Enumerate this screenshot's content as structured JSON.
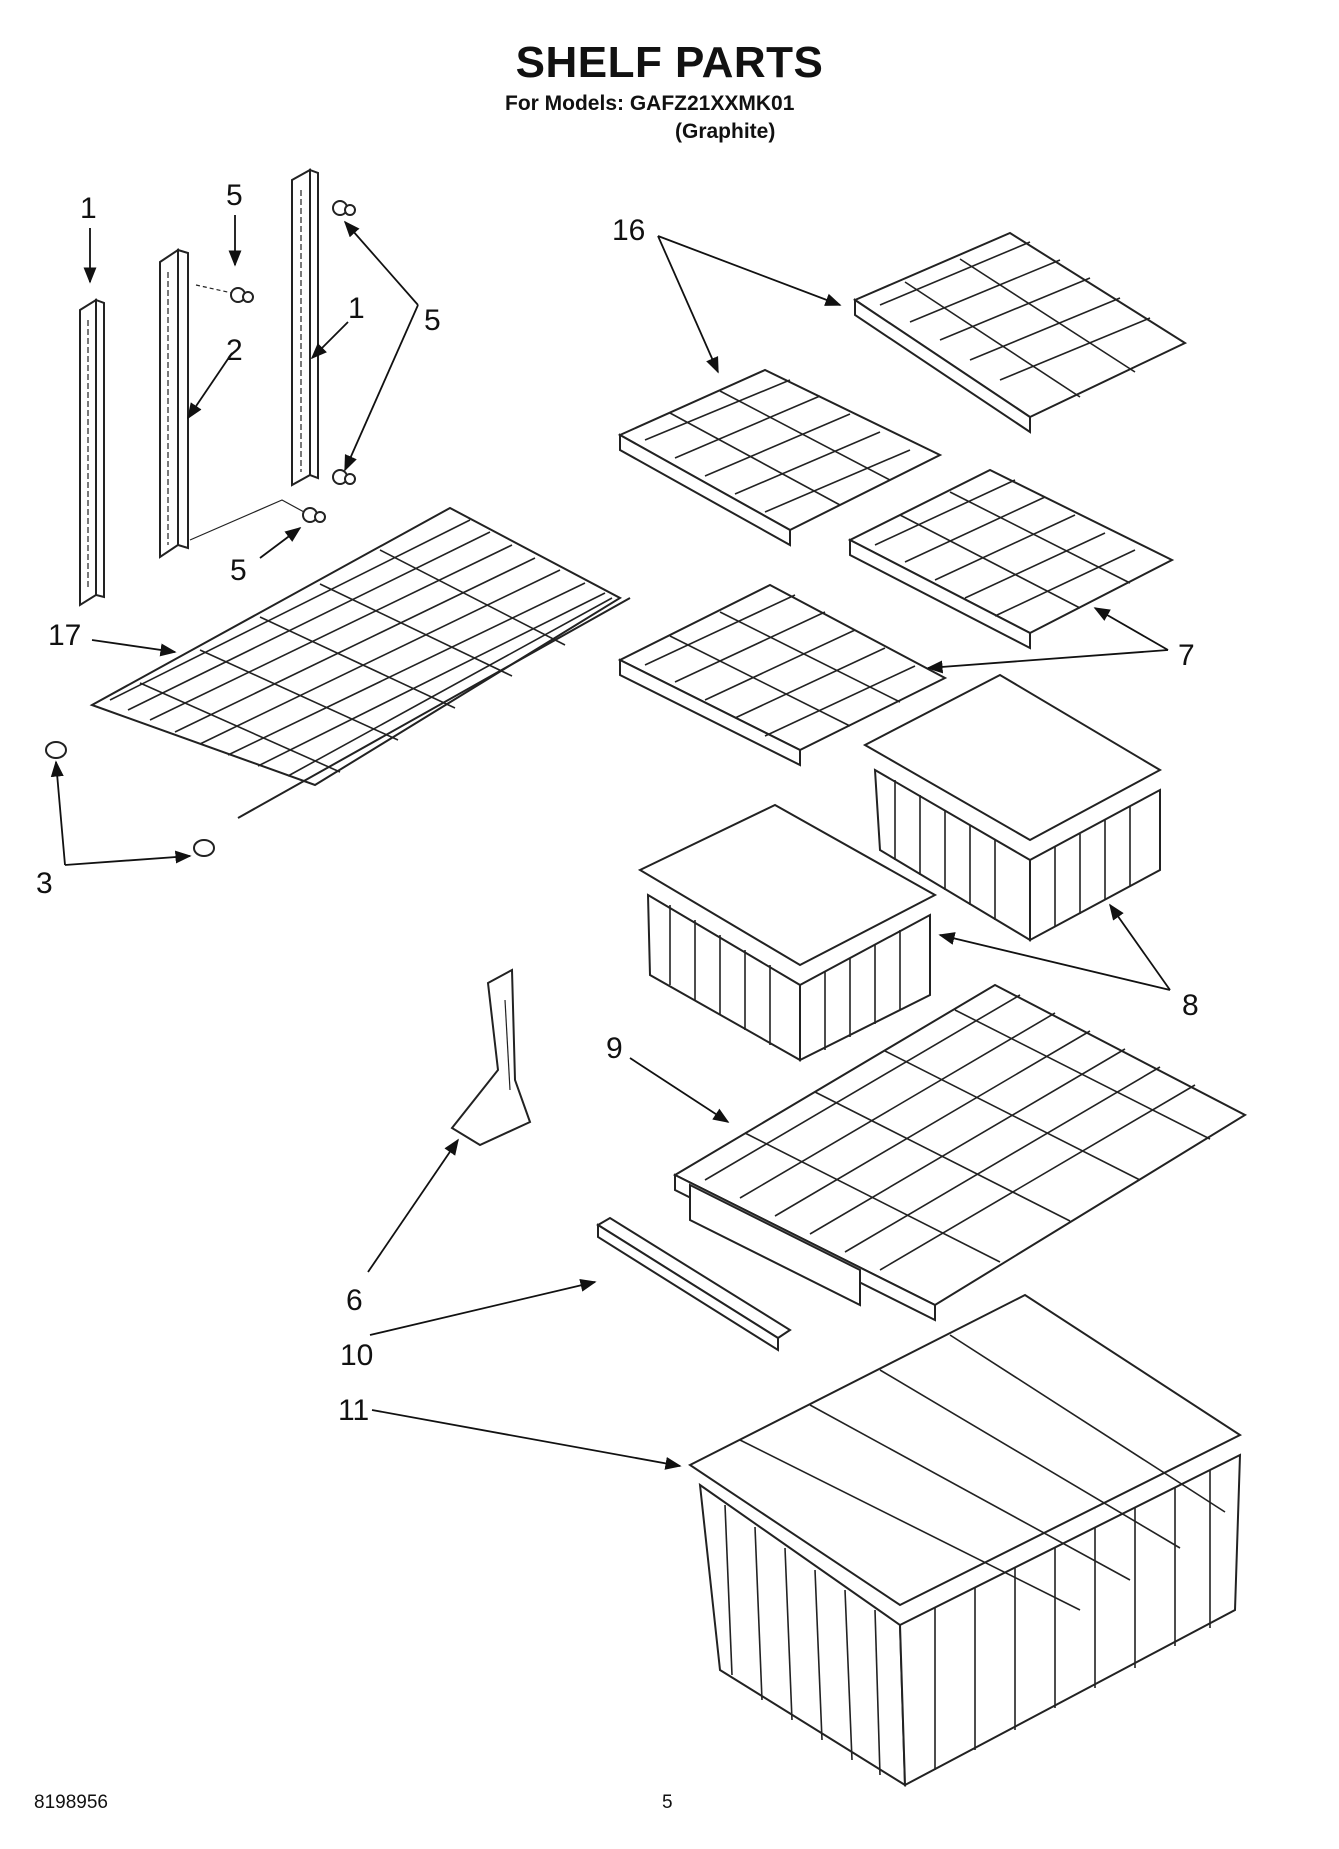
{
  "header": {
    "title": "SHELF PARTS",
    "models_line": "For Models: GAFZ21XXMK01",
    "color_variant": "(Graphite)"
  },
  "callouts": {
    "c1a": "1",
    "c5a": "5",
    "c2": "2",
    "c1b": "1",
    "c5b": "5",
    "c5c": "5",
    "c17": "17",
    "c3": "3",
    "c16": "16",
    "c7": "7",
    "c8": "8",
    "c9": "9",
    "c6": "6",
    "c10": "10",
    "c11": "11"
  },
  "footer": {
    "doc_number": "8198956",
    "page_number": "5"
  }
}
